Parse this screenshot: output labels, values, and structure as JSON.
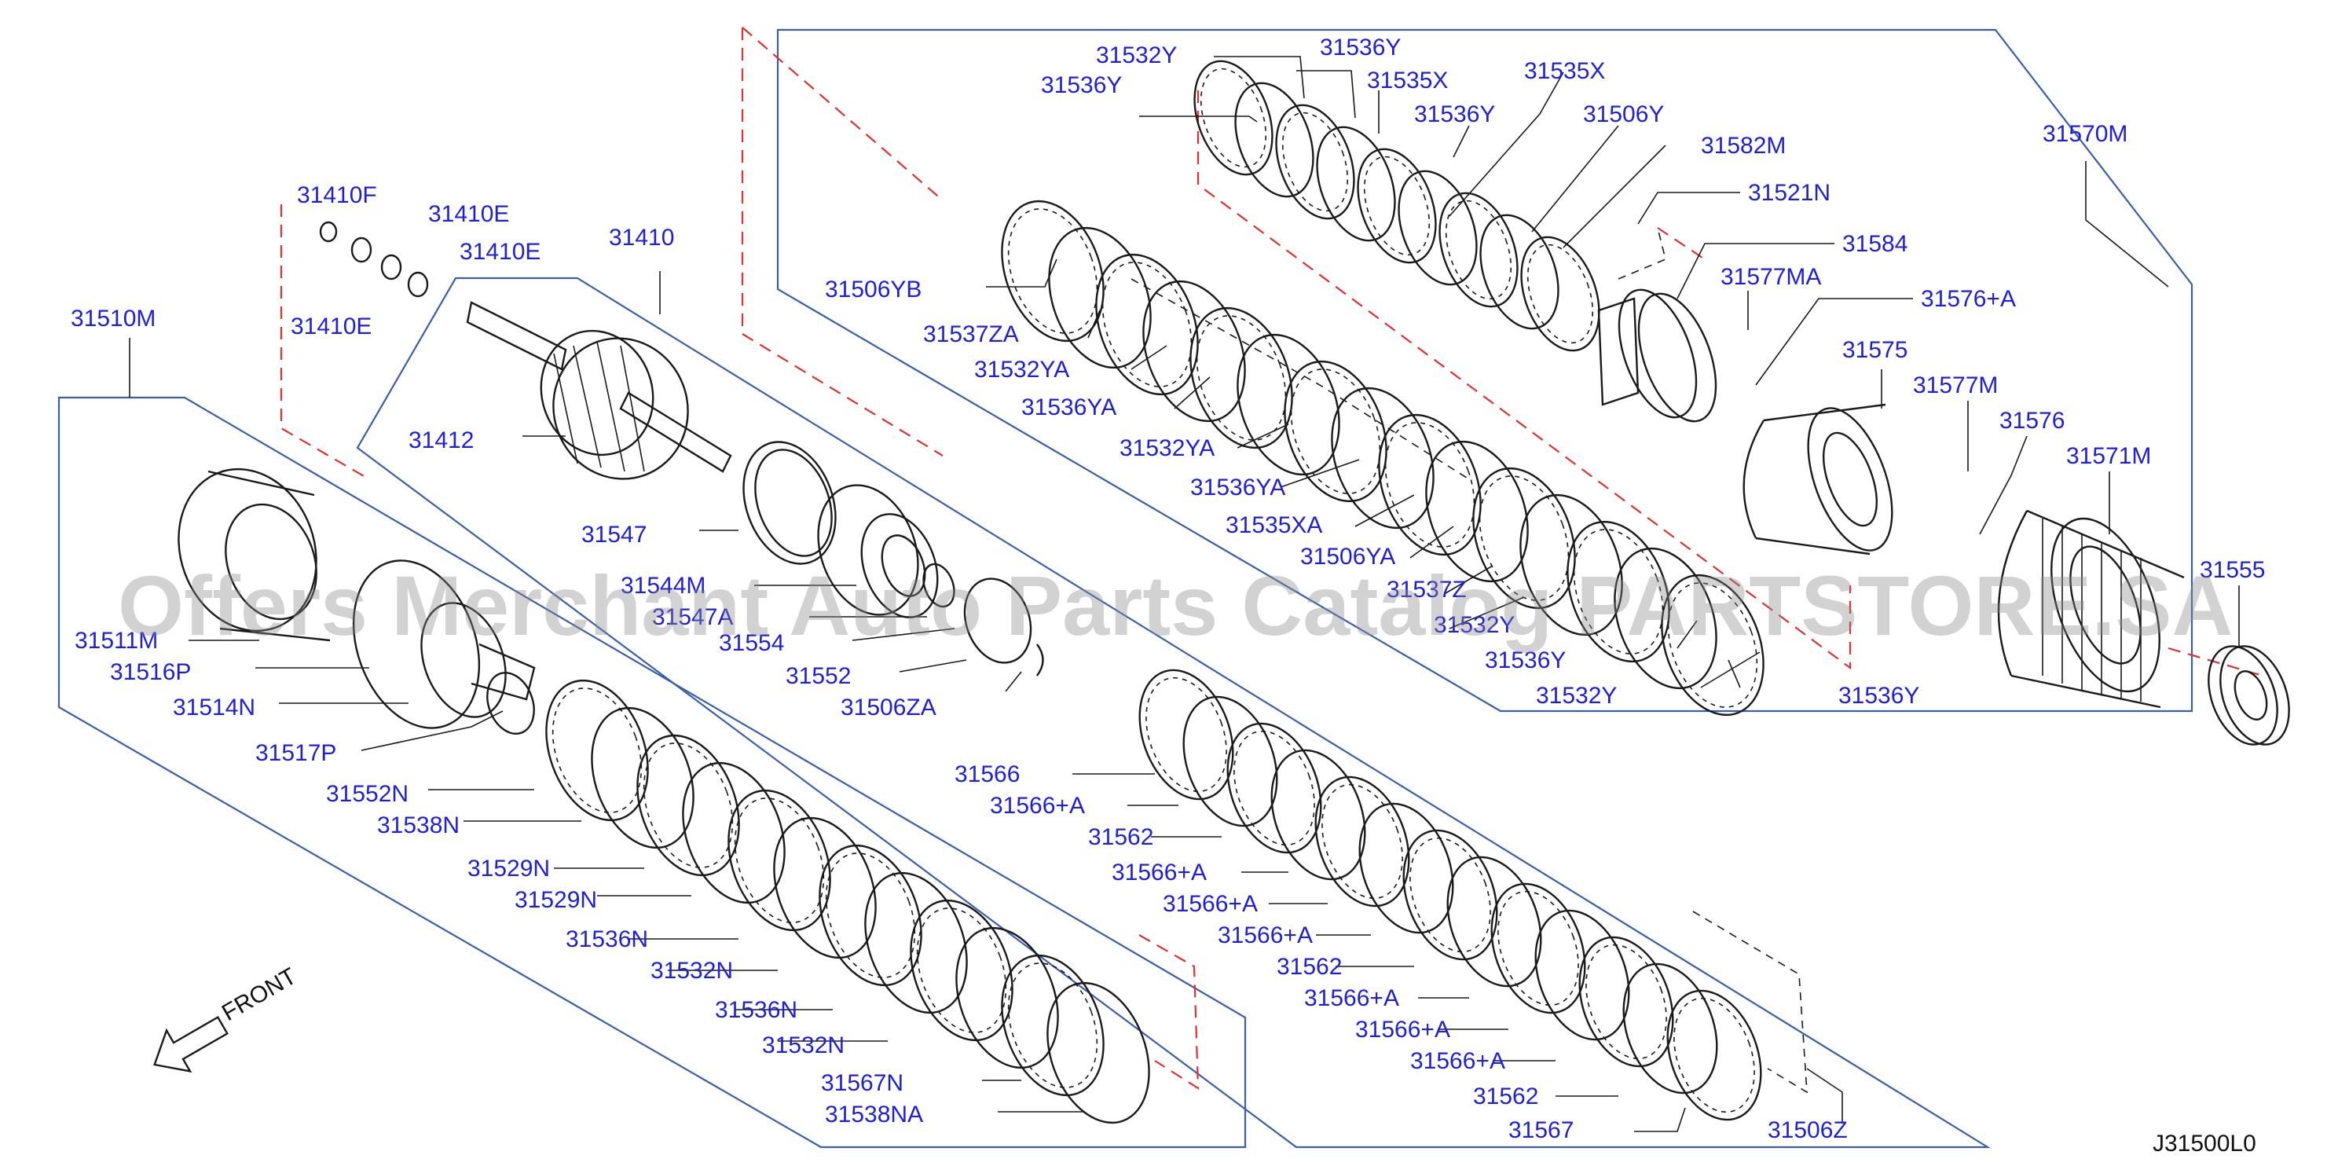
{
  "colors": {
    "label": "#1f1fd6",
    "frame": "#3a5fa8",
    "dashed": "#e03030",
    "line": "#1a1a1a",
    "watermark": "#8a8a8a"
  },
  "watermark": "Offers Merchant Auto Parts Catalog PARTSTORE.SA",
  "diagram_code": "J31500L0",
  "front_label": "FRONT",
  "front_icon": "arrow-icon",
  "labels": [
    {
      "text": "31532Y"
    },
    {
      "text": "31536Y"
    },
    {
      "text": "31536Y"
    },
    {
      "text": "31535X"
    },
    {
      "text": "31535X"
    },
    {
      "text": "31536Y"
    },
    {
      "text": "31506Y"
    },
    {
      "text": "31582M"
    },
    {
      "text": "31570M"
    },
    {
      "text": "31521N"
    },
    {
      "text": "31584"
    },
    {
      "text": "31577MA"
    },
    {
      "text": "31576+A"
    },
    {
      "text": "31575"
    },
    {
      "text": "31577M"
    },
    {
      "text": "31576"
    },
    {
      "text": "31571M"
    },
    {
      "text": "31555"
    },
    {
      "text": "31506YB"
    },
    {
      "text": "31537ZA"
    },
    {
      "text": "31532YA"
    },
    {
      "text": "31536YA"
    },
    {
      "text": "31532YA"
    },
    {
      "text": "31536YA"
    },
    {
      "text": "31535XA"
    },
    {
      "text": "31506YA"
    },
    {
      "text": "31537Z"
    },
    {
      "text": "31532Y"
    },
    {
      "text": "31536Y"
    },
    {
      "text": "31532Y"
    },
    {
      "text": "31536Y"
    },
    {
      "text": "31410F"
    },
    {
      "text": "31410E"
    },
    {
      "text": "31410E"
    },
    {
      "text": "31410E"
    },
    {
      "text": "31410"
    },
    {
      "text": "31510M"
    },
    {
      "text": "31412"
    },
    {
      "text": "31547"
    },
    {
      "text": "31544M"
    },
    {
      "text": "31547A"
    },
    {
      "text": "31554"
    },
    {
      "text": "31552"
    },
    {
      "text": "31506ZA"
    },
    {
      "text": "31511M"
    },
    {
      "text": "31516P"
    },
    {
      "text": "31514N"
    },
    {
      "text": "31517P"
    },
    {
      "text": "31552N"
    },
    {
      "text": "31538N"
    },
    {
      "text": "31529N"
    },
    {
      "text": "31529N"
    },
    {
      "text": "31536N"
    },
    {
      "text": "31532N"
    },
    {
      "text": "31536N"
    },
    {
      "text": "31532N"
    },
    {
      "text": "31567N"
    },
    {
      "text": "31538NA"
    },
    {
      "text": "31566"
    },
    {
      "text": "31566+A"
    },
    {
      "text": "31562"
    },
    {
      "text": "31566+A"
    },
    {
      "text": "31566+A"
    },
    {
      "text": "31566+A"
    },
    {
      "text": "31562"
    },
    {
      "text": "31566+A"
    },
    {
      "text": "31566+A"
    },
    {
      "text": "31566+A"
    },
    {
      "text": "31562"
    },
    {
      "text": "31567"
    },
    {
      "text": "31506Z"
    }
  ]
}
